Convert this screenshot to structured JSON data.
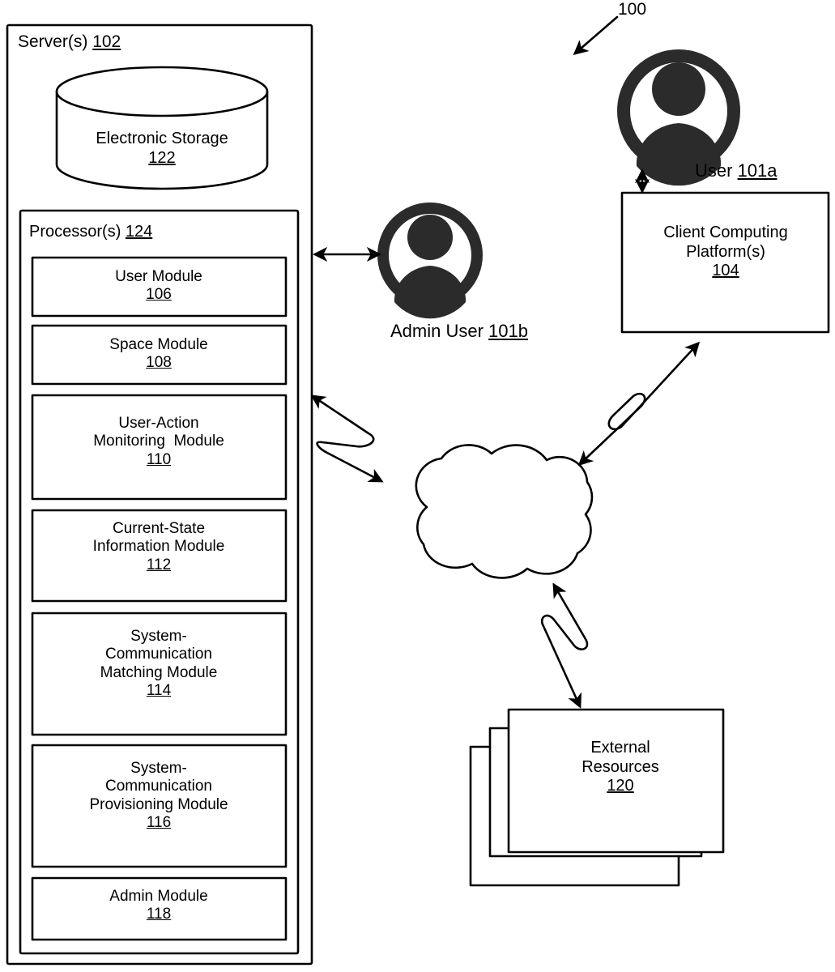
{
  "figure": {
    "reference_numeral": "100"
  },
  "server": {
    "title_text": "Server(s) ",
    "title_ref": "102",
    "storage": {
      "name": "Electronic Storage",
      "ref": "122",
      "icon": "database-cylinder-icon"
    },
    "processor": {
      "title_text": "Processor(s) ",
      "title_ref": "124",
      "modules": [
        {
          "name": "User Module",
          "ref": "106",
          "lines": [
            "User Module"
          ]
        },
        {
          "name": "Space Module",
          "ref": "108",
          "lines": [
            "Space Module"
          ]
        },
        {
          "name": "User-Action Monitoring  Module",
          "ref": "110",
          "lines": [
            "User-Action",
            "Monitoring  Module"
          ]
        },
        {
          "name": "Current-State Information Module",
          "ref": "112",
          "lines": [
            "Current-State",
            "Information Module"
          ]
        },
        {
          "name": "System-Communication Matching Module",
          "ref": "114",
          "lines": [
            "System-",
            "Communication",
            "Matching Module"
          ]
        },
        {
          "name": "System-Communication Provisioning Module",
          "ref": "116",
          "lines": [
            "System-",
            "Communication",
            "Provisioning Module"
          ]
        },
        {
          "name": "Admin Module",
          "ref": "118",
          "lines": [
            "Admin Module"
          ]
        }
      ]
    }
  },
  "actors": {
    "user": {
      "label_text": "User ",
      "ref": "101a",
      "icon": "user-avatar-icon"
    },
    "admin_user": {
      "label_text": "Admin User ",
      "ref": "101b",
      "icon": "user-avatar-icon"
    }
  },
  "client_platform": {
    "lines": [
      "Client Computing",
      "Platform(s)"
    ],
    "ref": "104"
  },
  "external_resources": {
    "lines": [
      "External",
      "Resources"
    ],
    "ref": "120",
    "stack_count": 3
  },
  "network": {
    "icon": "cloud-icon",
    "label": ""
  },
  "connectors": [
    {
      "name": "server-to-admin-user",
      "style": "double-arrow",
      "from": "server",
      "to": "admin-user"
    },
    {
      "name": "admin-user-to-server",
      "style": "double-arrow",
      "from": "admin-user",
      "to": "server"
    },
    {
      "name": "user-to-client-platform",
      "style": "double-arrow-vertical",
      "from": "user",
      "to": "client-platform"
    },
    {
      "name": "server-to-network",
      "style": "squiggle-double-arrow",
      "from": "server",
      "to": "network"
    },
    {
      "name": "network-to-client-platform",
      "style": "squiggle-double-arrow",
      "from": "network",
      "to": "client-platform"
    },
    {
      "name": "network-to-external-resources",
      "style": "squiggle-double-arrow",
      "from": "network",
      "to": "external-resources"
    }
  ],
  "colors": {
    "stroke": "#000000",
    "fill": "#ffffff",
    "icon_fill": "#2b2b2b"
  }
}
